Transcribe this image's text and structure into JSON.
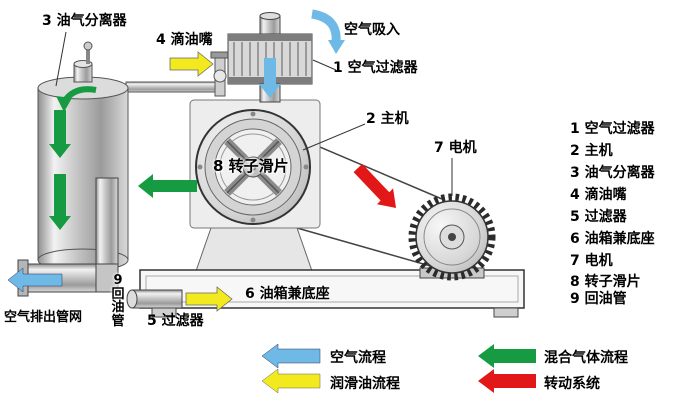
{
  "colors": {
    "air": "#6fb9e6",
    "oil": "#f2ea1f",
    "mixed": "#169a42",
    "rotation": "#e21717"
  },
  "diagram_labels": {
    "separator": "3 油气分离器",
    "oil_dripper": "4 滴油嘴",
    "air_intake": "空气吸入",
    "air_filter": "1 空气过滤器",
    "main_machine": "2 主机",
    "motor": "7 电机",
    "rotor_vane": "8 转子滑片",
    "oil_tank_base": "6 油箱兼底座",
    "filter": "5 过滤器",
    "oil_return_pipe": "9回油管",
    "air_discharge": "空气排出管网"
  },
  "parts_list": {
    "items": [
      {
        "label": "1 空气过滤器"
      },
      {
        "label": "2 主机"
      },
      {
        "label": "3 油气分离器"
      },
      {
        "label": "4 滴油嘴"
      },
      {
        "label": "5 过滤器"
      },
      {
        "label": "6 油箱兼底座"
      },
      {
        "label": "7 电机"
      },
      {
        "label": "8 转子滑片"
      },
      {
        "label": "9 回油管"
      }
    ]
  },
  "flow_legend": {
    "air": "空气流程",
    "oil": "润滑油流程",
    "mixed": "混合气体流程",
    "rotation": "转动系统"
  }
}
